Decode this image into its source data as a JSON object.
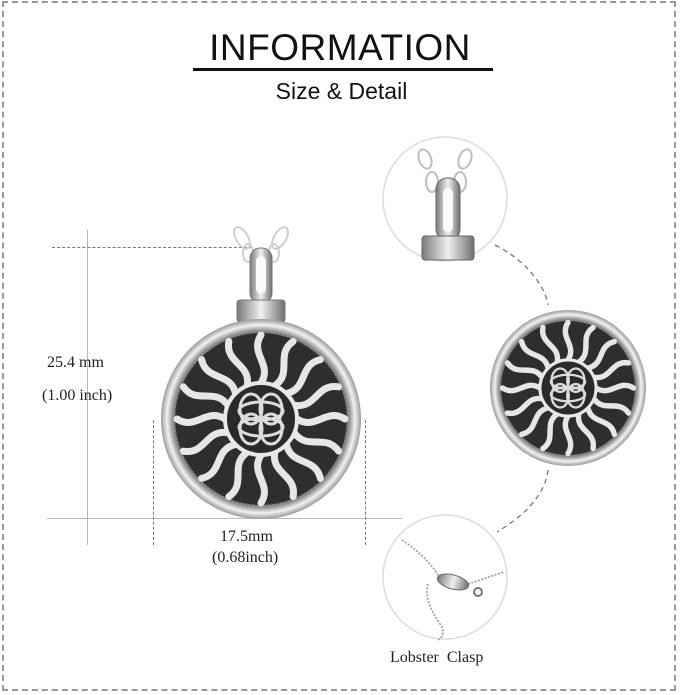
{
  "header": {
    "title": "INFORMATION",
    "subtitle": "Size & Detail"
  },
  "dimensions": {
    "height_mm": "25.4 mm",
    "height_inch": "(1.00 inch)",
    "width_mm": "17.5mm",
    "width_inch": "(0.68inch)"
  },
  "details": {
    "bail_closeup": "bail-closeup",
    "pendant_front": "pendant-front",
    "clasp_closeup_label": "Lobster  Clasp"
  },
  "colors": {
    "text": "#111111",
    "guide": "#b8b8b8",
    "dash": "#777777",
    "silver": "#c9c9c9",
    "oxidized": "#2b2b2b"
  }
}
